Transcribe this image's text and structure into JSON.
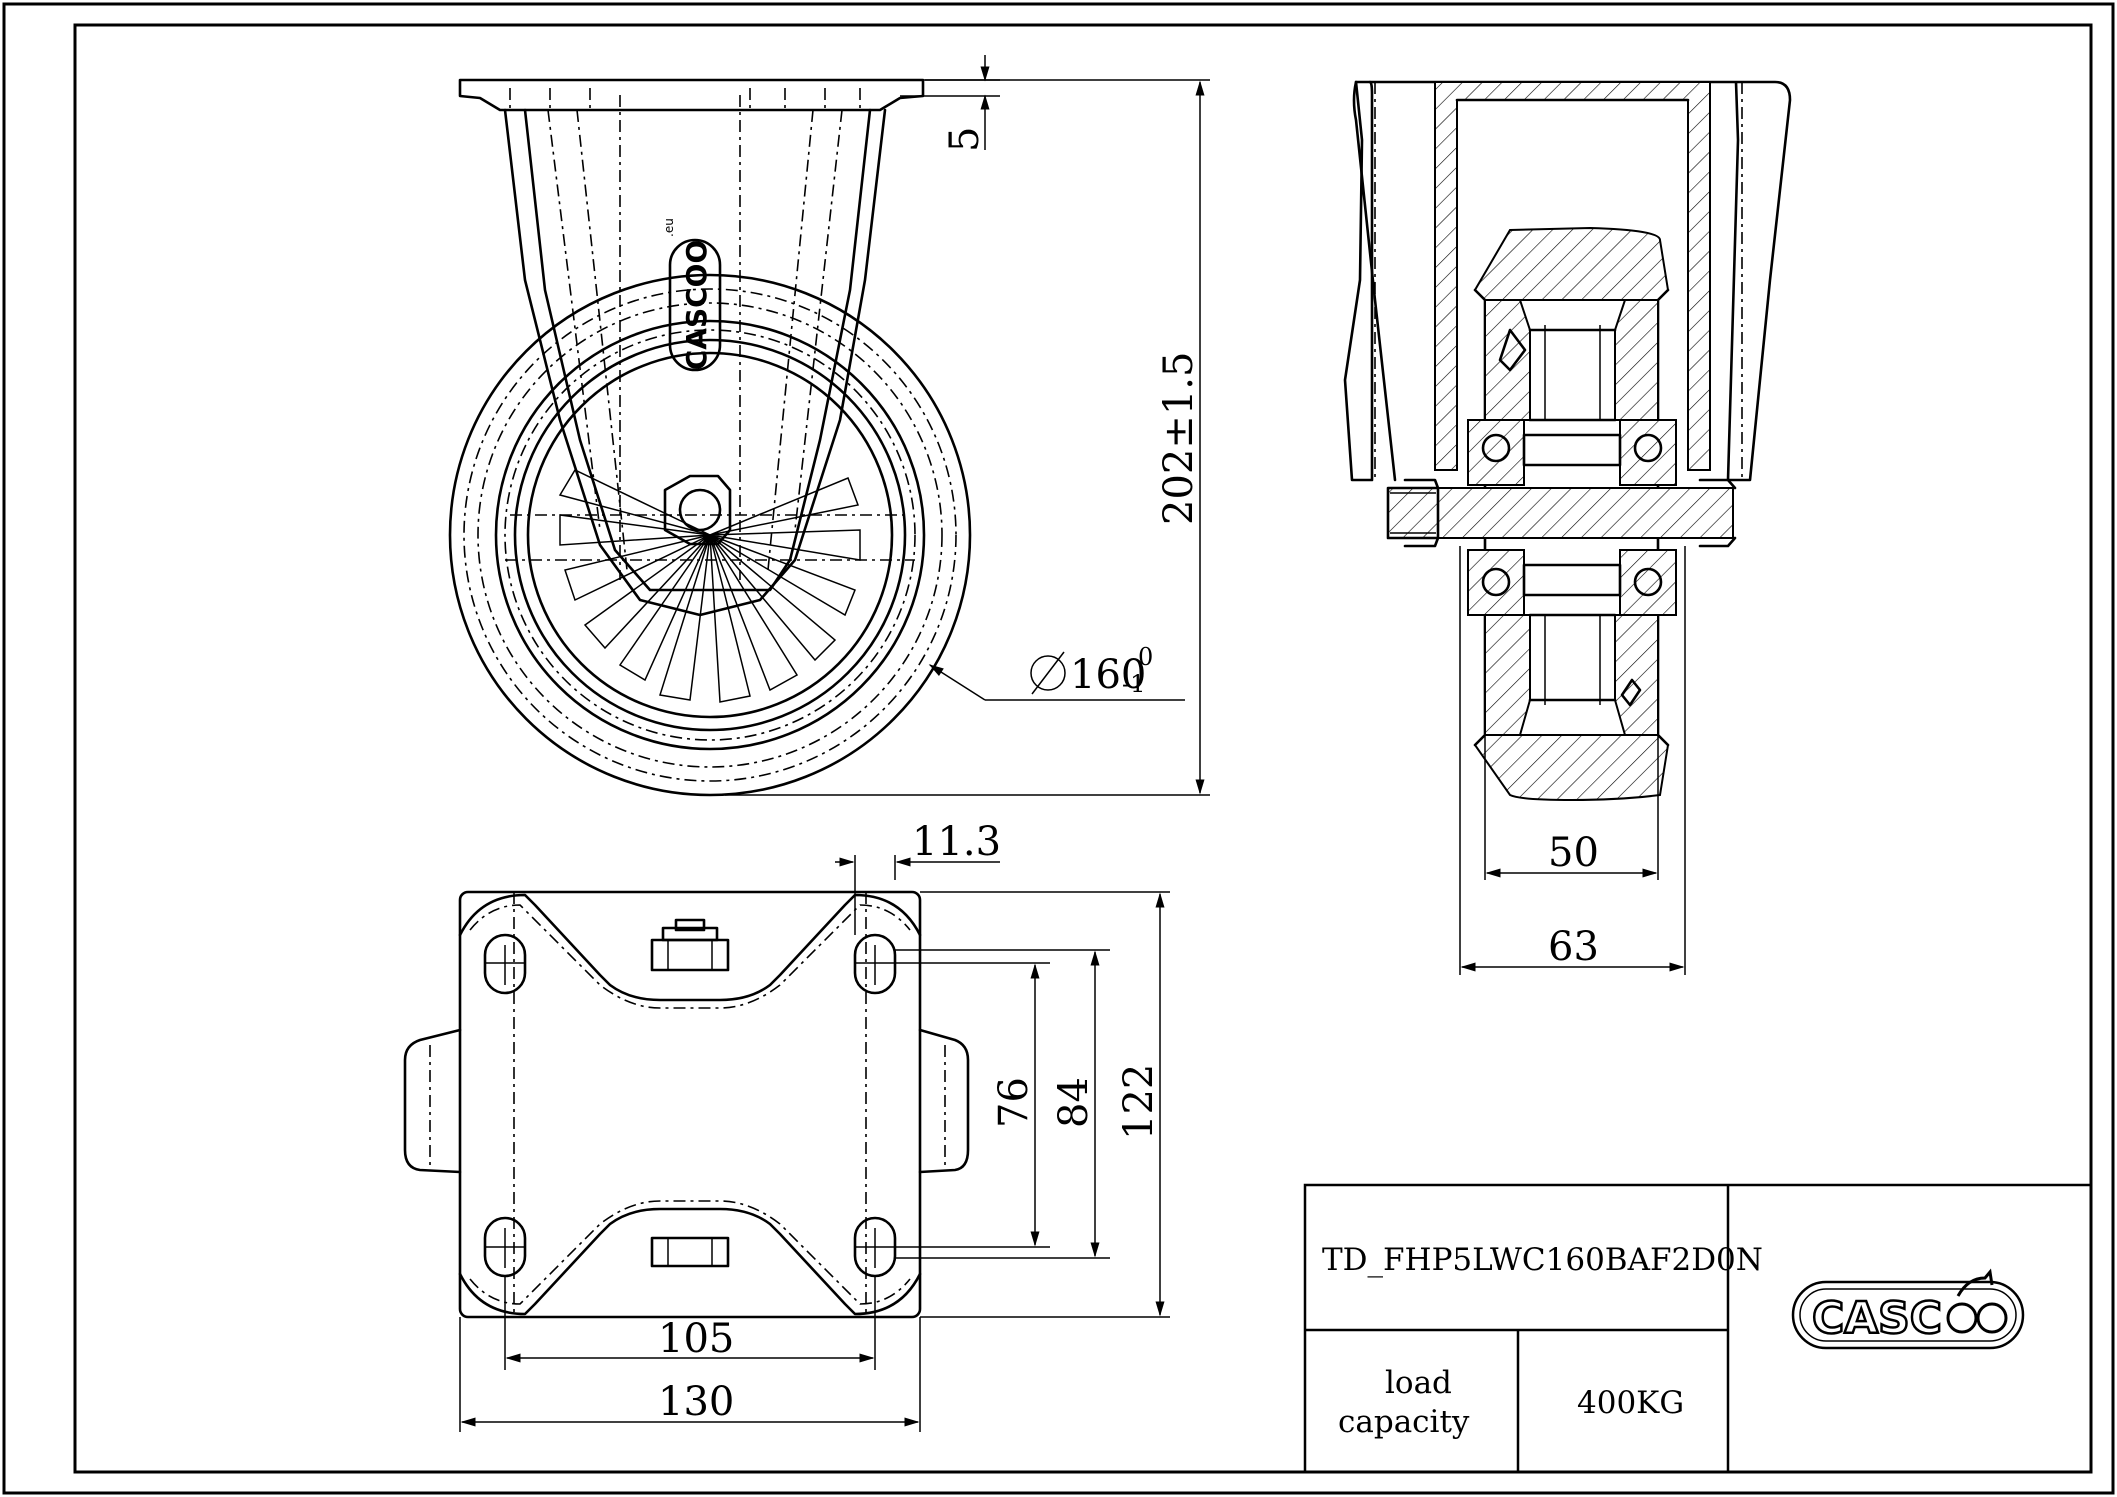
{
  "dimensions": {
    "plate_thickness": "5",
    "overall_height": "202±1.5",
    "wheel_diameter": "160",
    "wheel_tol_upper": "0",
    "wheel_tol_lower": "-1",
    "offset": "11.3",
    "wheel_width": "50",
    "bracket_width": "63",
    "hole_spacing_inner": "76",
    "hole_spacing_outer": "84",
    "plate_length": "122",
    "hole_spacing_x": "105",
    "plate_width": "130"
  },
  "title_block": {
    "part_number": "TD_FHP5LWC160BAF2D0N",
    "label_line1": "load",
    "label_line2": "capacity",
    "value": "400KG"
  },
  "logo": {
    "text": "CASC",
    "suffix": "O"
  },
  "embossed_logo": {
    "text": "CASCOO",
    "small": ".eu"
  }
}
